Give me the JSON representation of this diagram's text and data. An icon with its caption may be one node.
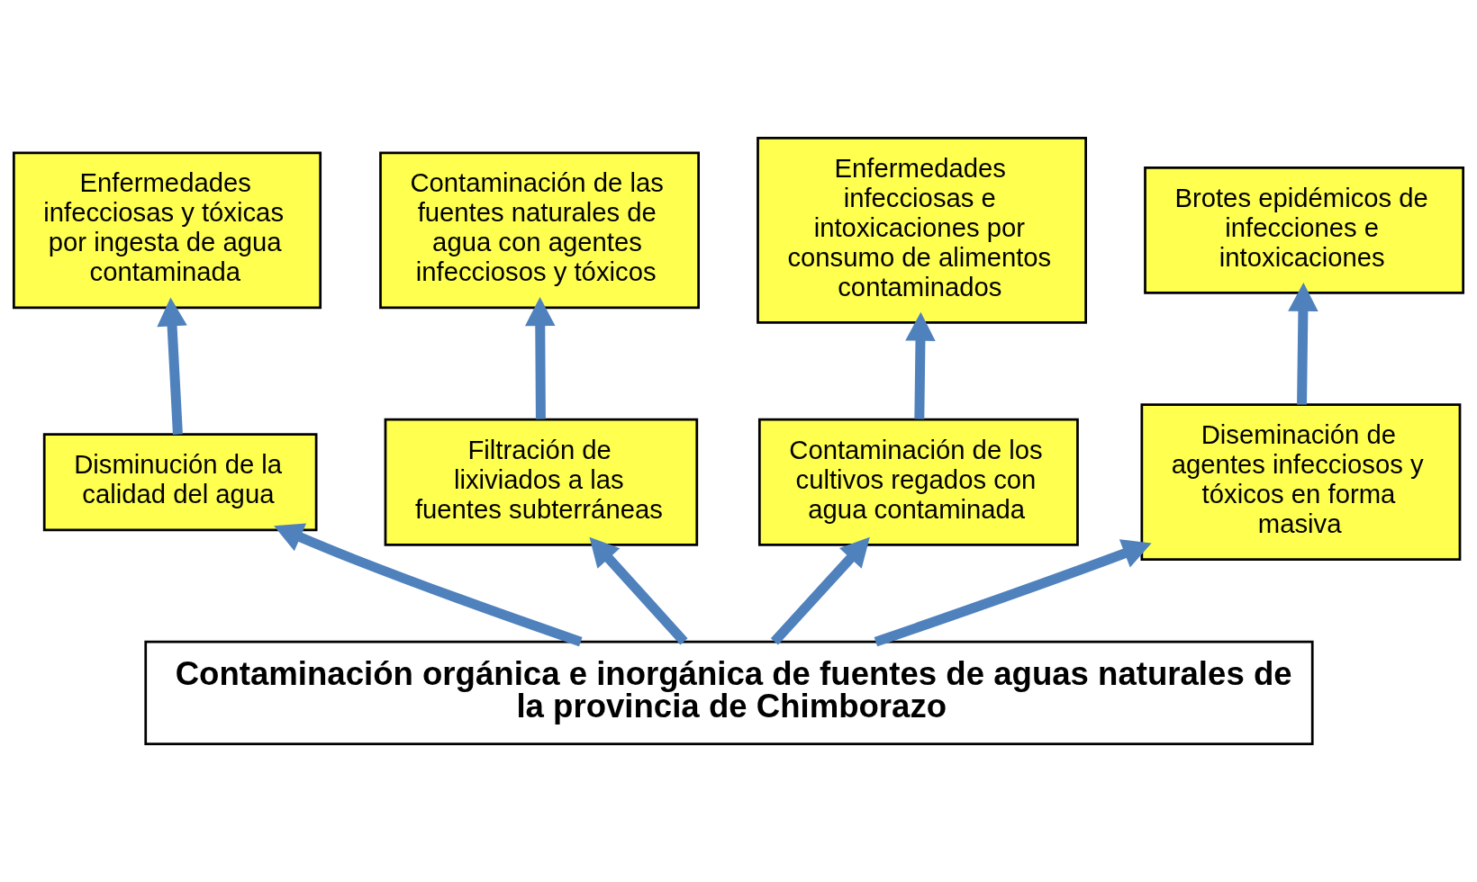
{
  "diagram": {
    "nodes": [
      {
        "text": [
          "Enfermedades infecciosas y tóxicas por ingesta de agua contaminada"
        ]
      },
      {
        "text": [
          "Contaminación de las fuentes naturales de agua con agentes infecciosos y tóxicos"
        ]
      },
      {
        "text": [
          "Enfermedades infecciosas e intoxicaciones por consumo de alimentos contaminados"
        ]
      },
      {
        "text": [
          "Brotes epidémicos de infecciones e intoxicaciones"
        ]
      },
      {
        "text": [
          "Disminución de la calidad del agua"
        ]
      },
      {
        "text": [
          "Filtración de lixiviados a las fuentes subterráneas"
        ]
      },
      {
        "text": [
          "Contaminación de los cultivos regados con agua contaminada"
        ]
      },
      {
        "text": [
          "Diseminación de agentes infecciosos y tóxicos en forma masiva"
        ]
      },
      {
        "text": [
          "Contaminación orgánica e inorgánica de fuentes de aguas naturales de la provincia de Chimborazo"
        ]
      }
    ],
    "edges": [
      {
        "from": 8,
        "to": 4,
        "arrow": "to"
      },
      {
        "from": 8,
        "to": 5,
        "arrow": "to"
      },
      {
        "from": 8,
        "to": 6,
        "arrow": "to"
      },
      {
        "from": 8,
        "to": 7,
        "arrow": "to"
      },
      {
        "from": 4,
        "to": 0,
        "arrow": "to"
      },
      {
        "from": 5,
        "to": 1,
        "arrow": "to"
      },
      {
        "from": 6,
        "to": 2,
        "arrow": "to"
      },
      {
        "from": 7,
        "to": 3,
        "arrow": "to"
      }
    ]
  }
}
